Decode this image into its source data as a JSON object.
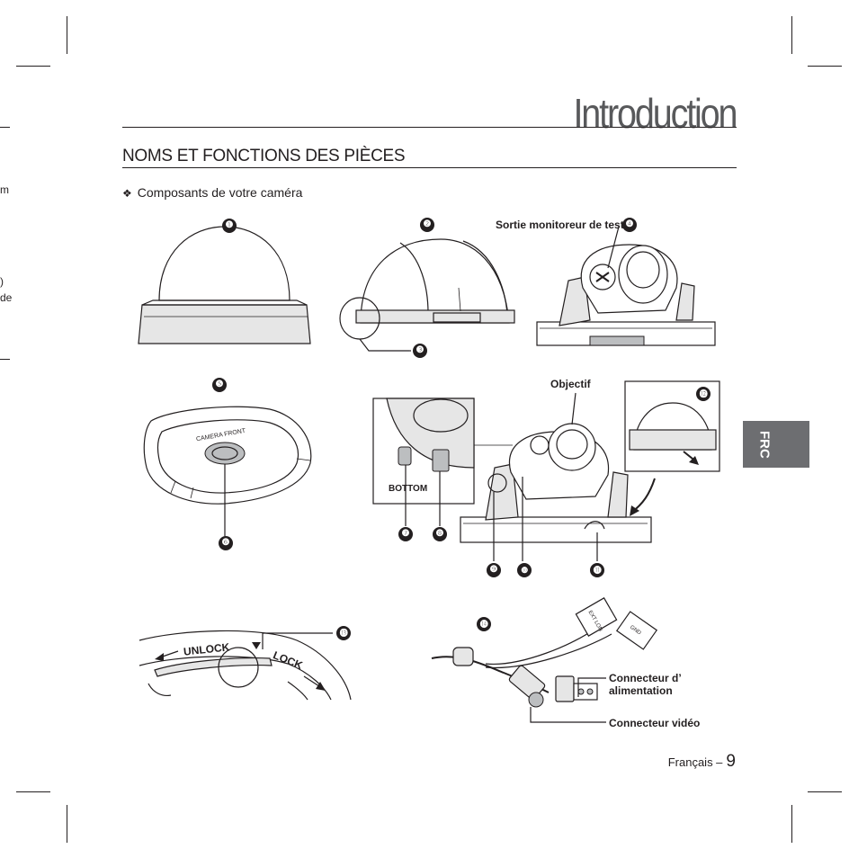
{
  "header": {
    "title": "Introduction"
  },
  "section": {
    "title": "NOMS ET FONCTIONS DES PIÈCES",
    "subtitle_bullet": "❖",
    "subtitle": "Composants de votre caméra"
  },
  "margin_fragments": [
    "m",
    ")",
    "de"
  ],
  "side_tab": {
    "label": "FRC"
  },
  "callouts": [
    "❶",
    "❷",
    "❸",
    "❹",
    "❺",
    "❻",
    "❼",
    "❽",
    "❾",
    "❿",
    "⓫",
    "⓬",
    "⓭",
    "⓮"
  ],
  "labels": {
    "test_monitor": "Sortie monitoreur de test",
    "lens": "Objectif",
    "power_connector_line1": "Connecteur d’",
    "power_connector_line2": "alimentation",
    "video_connector": "Connecteur vidéo"
  },
  "diagram_text": {
    "unlock": "UNLOCK",
    "lock": "LOCK",
    "bottom": "BOTTOM",
    "ext_lon": "EXT LON",
    "gnd": "GND",
    "camera_front": "CAMERA FRONT"
  },
  "footer": {
    "language": "Français –",
    "page": "9"
  }
}
